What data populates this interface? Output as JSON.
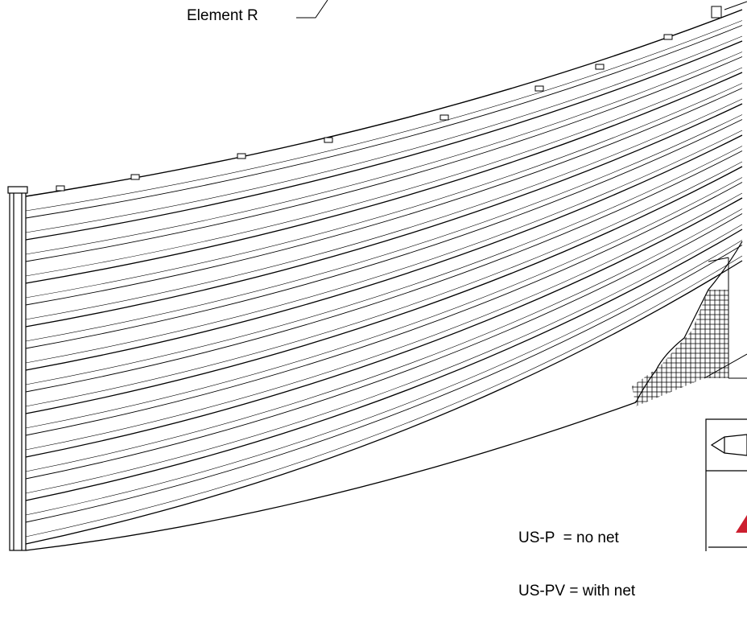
{
  "callout": {
    "label": "Element R"
  },
  "legend": {
    "items": [
      {
        "code": "US-P",
        "separator": "  = ",
        "meaning": "no net"
      },
      {
        "code": "US-PV",
        "separator": " = ",
        "meaning": "with net"
      }
    ]
  },
  "colors": {
    "line": "#000000",
    "accent": "#cc1f2f",
    "background": "#ffffff"
  }
}
